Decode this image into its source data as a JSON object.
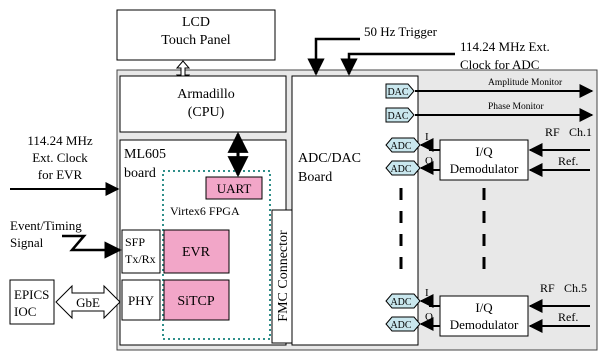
{
  "colors": {
    "chassis_fill": "#e8e8e8",
    "board_fill": "#ffffff",
    "fpga_block_fill": "#f2a6c8",
    "adc_dac_fill": "#c9e7ee",
    "fpga_border": "#2f8f8a"
  },
  "blocks": {
    "lcd": "LCD\nTouch Panel",
    "armadillo": "Armadillo\n(CPU)",
    "ml605": "ML605\nboard",
    "uart": "UART",
    "fpga": "Virtex6  FPGA",
    "sfp": "SFP\nTx/Rx",
    "evr": "EVR",
    "phy": "PHY",
    "sitcp": "SiTCP",
    "fmc": "FMC Connector",
    "adc_dac_board": "ADC/DAC\nBoard",
    "epics_ioc": "EPICS\nIOC",
    "gbe": "GbE",
    "iq_demod_1": "I/Q\nDemodulator",
    "iq_demod_2": "I/Q\nDemodulator"
  },
  "signals": {
    "trigger": "50 Hz Trigger",
    "adc_clock": "114.24 MHz Ext.\nClock for ADC",
    "evr_clock": "114.24 MHz\nExt. Clock\nfor EVR",
    "event_timing": "Event/Timing\nSignal",
    "amp_monitor": "Amplitude Monitor",
    "phase_monitor": "Phase Monitor",
    "rf": "RF",
    "ch1": "Ch.1",
    "ch5": "Ch.5",
    "ref": "Ref.",
    "i": "I",
    "q": "Q"
  },
  "converters": {
    "dac": "DAC",
    "adc": "ADC"
  }
}
